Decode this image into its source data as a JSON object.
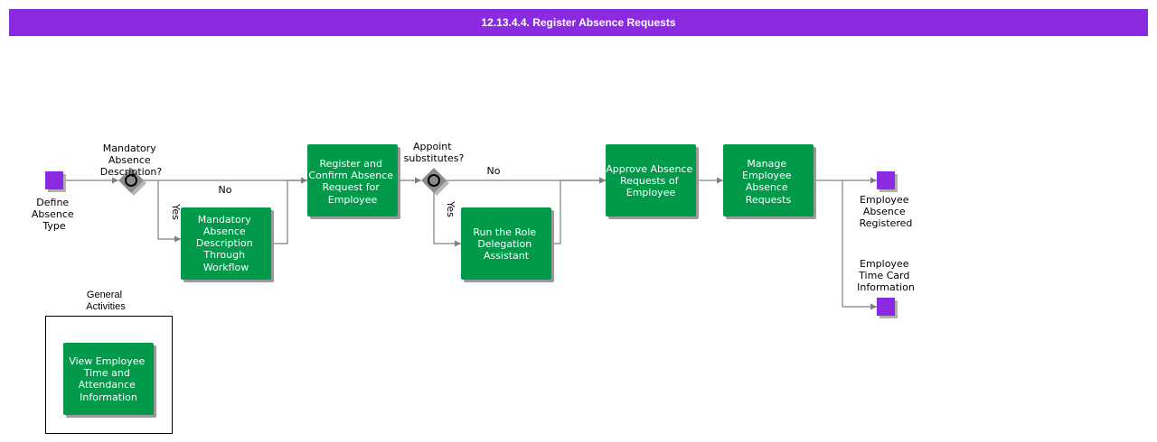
{
  "title": "12.13.4.4. Register Absence Requests",
  "colors": {
    "header": "#8a2be2",
    "task": "#009a4a",
    "event": "#8a2be2",
    "gateway": "#8c8c8c"
  },
  "events": {
    "start": [
      "Define",
      "Absence",
      "Type"
    ],
    "end_registered": [
      "Employee",
      "Absence",
      "Registered"
    ],
    "end_timecard": [
      "Employee",
      "Time Card",
      "Information"
    ]
  },
  "gateways": {
    "mandatory": [
      "Mandatory",
      "Absence",
      "Description?"
    ],
    "substitutes": [
      "Appoint",
      "substitutes?"
    ]
  },
  "flow_labels": {
    "no1": "No",
    "yes1": "Yes",
    "no2": "No",
    "yes2": "Yes"
  },
  "tasks": {
    "mandatory_desc": [
      "Mandatory",
      "Absence",
      "Description",
      "Through",
      "Workflow"
    ],
    "register_confirm": [
      "Register and",
      "Confirm Absence",
      "Request for",
      "Employee"
    ],
    "role_delegation": [
      "Run the Role",
      "Delegation",
      "Assistant"
    ],
    "approve": [
      "Approve Absence",
      "Requests of",
      "Employee"
    ],
    "manage": [
      "Manage",
      "Employee",
      "Absence",
      "Requests"
    ],
    "view_time": [
      "View Employee",
      "Time and",
      "Attendance",
      "Information"
    ]
  },
  "group": {
    "label": [
      "General",
      "Activities"
    ]
  }
}
